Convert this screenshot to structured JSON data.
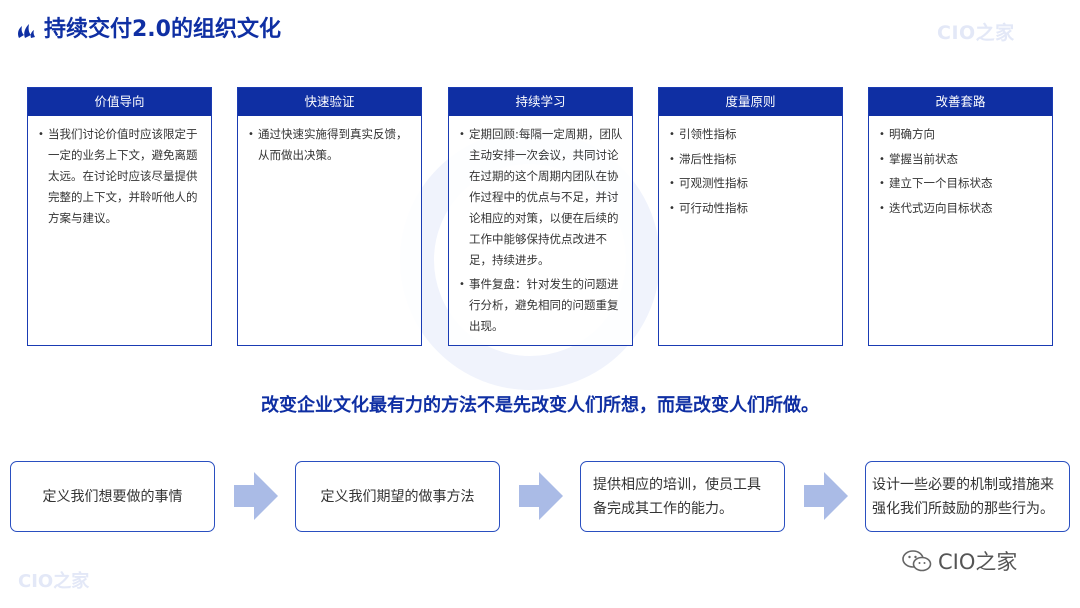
{
  "header": {
    "title": "持续交付2.0的组织文化",
    "brand": "CIO之家"
  },
  "cards": [
    {
      "title": "价值导向",
      "items": [
        "当我们讨论价值时应该限定于一定的业务上下文，避免离题太远。在讨论时应该尽量提供完整的上下文，并聆听他人的方案与建议。"
      ]
    },
    {
      "title": "快速验证",
      "items": [
        "通过快速实施得到真实反馈，从而做出决策。"
      ]
    },
    {
      "title": "持续学习",
      "items": [
        "定期回顾:每隔一定周期，团队主动安排一次会议，共同讨论在过期的这个周期内团队在协作过程中的优点与不足，并讨论相应的对策，以便在后续的工作中能够保持优点改进不足，持续进步。",
        "事件复盘：针对发生的问题进行分析，避免相同的问题重复出现。"
      ]
    },
    {
      "title": "度量原则",
      "items": [
        "引领性指标",
        "滞后性指标",
        "可观测性指标",
        "可行动性指标"
      ]
    },
    {
      "title": "改善套路",
      "items": [
        "明确方向",
        "掌握当前状态",
        "建立下一个目标状态",
        "迭代式迈向目标状态"
      ]
    }
  ],
  "quote": "改变企业文化最有力的方法不是先改变人们所想，而是改变人们所做。",
  "steps": [
    "定义我们想要做的事情",
    "定义我们期望的做事方法",
    "提供相应的培训，使员工具备完成其工作的能力。",
    "设计一些必要的机制或措施来强化我们所鼓励的那些行为。"
  ],
  "footer": {
    "brand_left": "CIO之家",
    "wechat_label": "CIO之家"
  },
  "colors": {
    "primary": "#0f2fa3",
    "arrow": "#aabbe6"
  }
}
